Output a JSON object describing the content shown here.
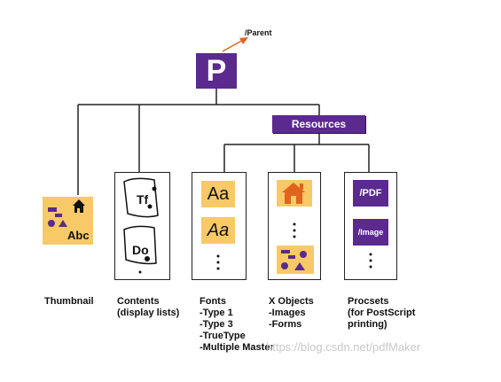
{
  "root": {
    "letter": "P",
    "parent_label": "/Parent"
  },
  "resources_label": "Resources",
  "thumbnail": {
    "label": "Thumbnail",
    "icon_text": "Abc"
  },
  "contents": {
    "label": "Contents\n(display lists)",
    "items": [
      "Tf",
      "Do"
    ]
  },
  "fonts": {
    "label": "Fonts\n-Type 1\n-Type 3\n-TrueType\n-Multiple Master",
    "samples": [
      "Aa",
      "Aa"
    ]
  },
  "xobjects": {
    "label": "X Objects\n-Images\n-Forms"
  },
  "procsets": {
    "label": "Procsets\n(for PostScript\nprinting)",
    "items": [
      "/PDF",
      "/Image"
    ]
  },
  "watermark": "https://blog.csdn.net/pdfMaker",
  "colors": {
    "purple": "#5b2a8f",
    "yellow": "#f7c967",
    "orange_arrow": "#e0641e"
  }
}
